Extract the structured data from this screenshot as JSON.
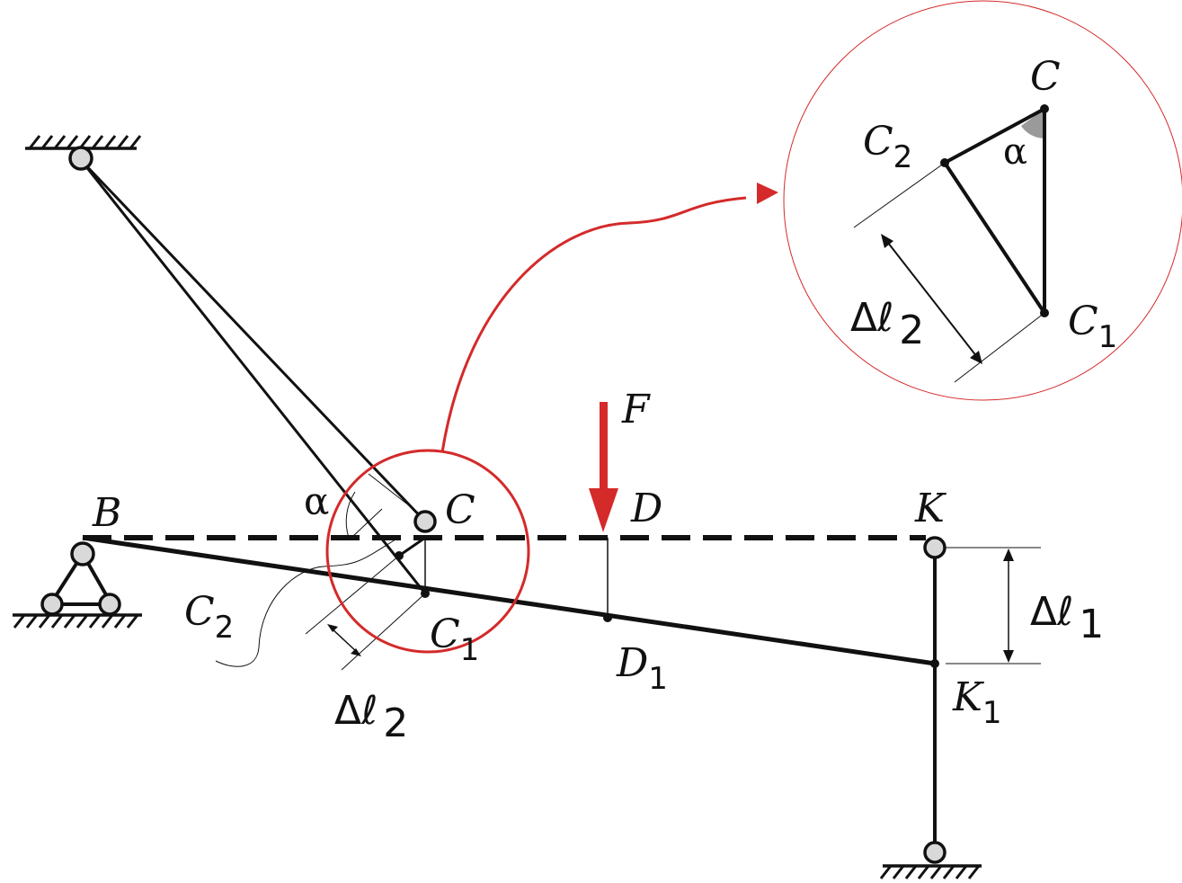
{
  "labels": {
    "B": "B",
    "C": "C",
    "C1_letter": "C",
    "C1_sub": "1",
    "C2_letter": "C",
    "C2_sub": "2",
    "D": "D",
    "D1_letter": "D",
    "D1_sub": "1",
    "K": "K",
    "K1_letter": "K",
    "K1_sub": "1",
    "F": "F",
    "alpha": "α",
    "dl1_delta": "Δℓ",
    "dl1_sub": "1",
    "dl2_delta": "Δℓ",
    "dl2_sub": "2"
  },
  "zoom": {
    "C": "C",
    "C1_letter": "C",
    "C1_sub": "1",
    "C2_letter": "C",
    "C2_sub": "2",
    "alpha": "α",
    "dl2_delta": "Δℓ",
    "dl2_sub": "2"
  },
  "colors": {
    "ink": "#111111",
    "accent": "#d42a2a",
    "pin_fill": "#d9d9d9",
    "angle_fill": "#9a9a9a"
  }
}
